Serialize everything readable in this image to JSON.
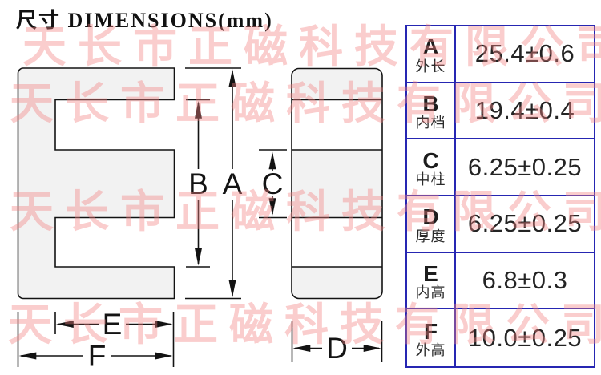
{
  "title": "尺寸 DIMENSIONS(mm)",
  "watermark": {
    "text": "天长市正磁科技有限公司",
    "color": "#f28282"
  },
  "diagram": {
    "front_view": "e-core-front-view",
    "side_view": "e-core-side-view",
    "dim_labels": {
      "A": "A",
      "B": "B",
      "C": "C",
      "D": "D",
      "E": "E",
      "F": "F"
    }
  },
  "table": {
    "border_color": "#2626b2",
    "rows": [
      {
        "letter": "A",
        "name": "外长",
        "value": "25.4±0.6"
      },
      {
        "letter": "B",
        "name": "内档",
        "value": "19.4±0.4"
      },
      {
        "letter": "C",
        "name": "中柱",
        "value": "6.25±0.25"
      },
      {
        "letter": "D",
        "name": "厚度",
        "value": "6.25±0.25"
      },
      {
        "letter": "E",
        "name": "内高",
        "value": "6.8±0.3"
      },
      {
        "letter": "F",
        "name": "外高",
        "value": "10.0±0.25"
      }
    ]
  }
}
